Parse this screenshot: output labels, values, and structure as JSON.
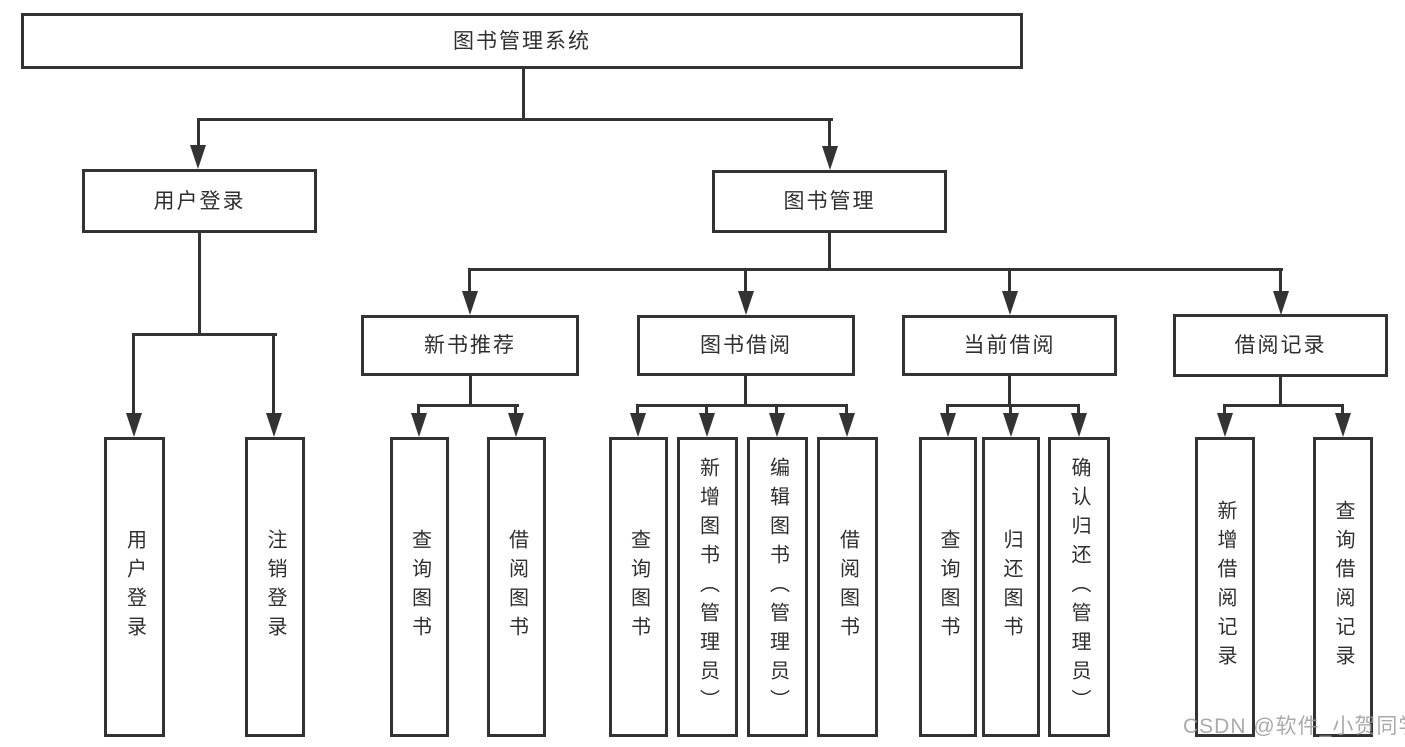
{
  "tree": {
    "label": "图书管理系统",
    "children": [
      {
        "label": "用户登录",
        "children": [
          {
            "label": "用户登录"
          },
          {
            "label": "注销登录"
          }
        ]
      },
      {
        "label": "图书管理",
        "children": [
          {
            "label": "新书推荐",
            "children": [
              {
                "label": "查询图书"
              },
              {
                "label": "借阅图书"
              }
            ]
          },
          {
            "label": "图书借阅",
            "children": [
              {
                "label": "查询图书"
              },
              {
                "label": "新增图书（管理员）"
              },
              {
                "label": "编辑图书（管理员）"
              },
              {
                "label": "借阅图书"
              }
            ]
          },
          {
            "label": "当前借阅",
            "children": [
              {
                "label": "查询图书"
              },
              {
                "label": "归还图书"
              },
              {
                "label": "确认归还（管理员）"
              }
            ]
          },
          {
            "label": "借阅记录",
            "children": [
              {
                "label": "新增借阅记录"
              },
              {
                "label": "查询借阅记录"
              }
            ]
          }
        ]
      }
    ]
  },
  "watermark": {
    "text": "CSDN @软件_小贺同学"
  },
  "colors": {
    "line": "#333333",
    "text": "#2f2f2f",
    "background": "#ffffff",
    "watermark": "#9c9c9c"
  }
}
